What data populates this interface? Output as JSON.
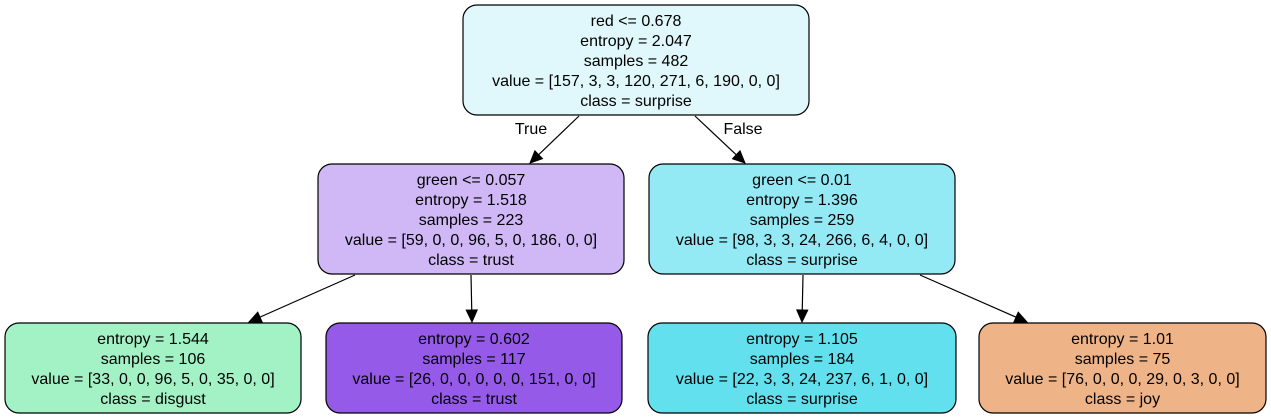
{
  "tree": {
    "nodes": [
      {
        "id": "root",
        "lines": [
          "red <= 0.678",
          "entropy = 2.047",
          "samples = 482",
          "value = [157, 3, 3, 120, 271, 6, 190, 0, 0]",
          "class = surprise"
        ],
        "fill": "#e0f8fb"
      },
      {
        "id": "left",
        "lines": [
          "green <= 0.057",
          "entropy = 1.518",
          "samples = 223",
          "value = [59, 0, 0, 96, 5, 0, 186, 0, 0]",
          "class = trust"
        ],
        "fill": "#d0b8f6"
      },
      {
        "id": "right",
        "lines": [
          "green <= 0.01",
          "entropy = 1.396",
          "samples = 259",
          "value = [98, 3, 3, 24, 266, 6, 4, 0, 0]",
          "class = surprise"
        ],
        "fill": "#93e9f4"
      },
      {
        "id": "leaf1",
        "lines": [
          "entropy = 1.544",
          "samples = 106",
          "value = [33, 0, 0, 96, 5, 0, 35, 0, 0]",
          "class = disgust"
        ],
        "fill": "#a3f2c5"
      },
      {
        "id": "leaf2",
        "lines": [
          "entropy = 0.602",
          "samples = 117",
          "value = [26, 0, 0, 0, 0, 0, 151, 0, 0]",
          "class = trust"
        ],
        "fill": "#955ae8"
      },
      {
        "id": "leaf3",
        "lines": [
          "entropy = 1.105",
          "samples = 184",
          "value = [22, 3, 3, 24, 237, 6, 1, 0, 0]",
          "class = surprise"
        ],
        "fill": "#62e0ed"
      },
      {
        "id": "leaf4",
        "lines": [
          "entropy = 1.01",
          "samples = 75",
          "value = [76, 0, 0, 0, 29, 0, 3, 0, 0]",
          "class = joy"
        ],
        "fill": "#efb388"
      }
    ],
    "edges": [
      {
        "from": "root",
        "to": "left",
        "label": "True"
      },
      {
        "from": "root",
        "to": "right",
        "label": "False"
      },
      {
        "from": "left",
        "to": "leaf1",
        "label": ""
      },
      {
        "from": "left",
        "to": "leaf2",
        "label": ""
      },
      {
        "from": "right",
        "to": "leaf3",
        "label": ""
      },
      {
        "from": "right",
        "to": "leaf4",
        "label": ""
      }
    ]
  }
}
